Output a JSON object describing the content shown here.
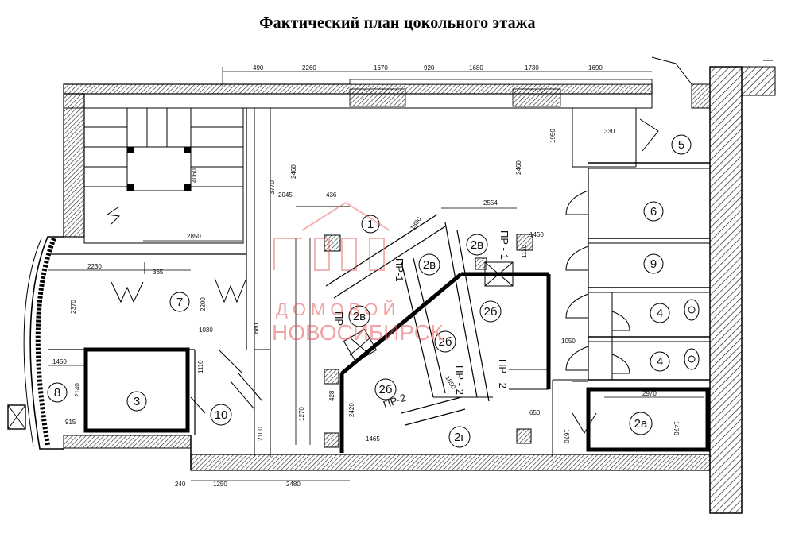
{
  "title": "Фактический план цокольного этажа",
  "watermark": {
    "line1": "ДОМОВОЙ",
    "line2": "НОВОСИБИРСК",
    "color": "#e65a5a"
  },
  "rooms": [
    {
      "id": "room-1",
      "label": "1"
    },
    {
      "id": "room-2a",
      "label": "2а"
    },
    {
      "id": "room-2b-a",
      "label": "2б"
    },
    {
      "id": "room-2b-b",
      "label": "2б"
    },
    {
      "id": "room-2b-c",
      "label": "2б"
    },
    {
      "id": "room-2v-a",
      "label": "2в"
    },
    {
      "id": "room-2v-b",
      "label": "2в"
    },
    {
      "id": "room-2v-c",
      "label": "2в"
    },
    {
      "id": "room-2g",
      "label": "2г"
    },
    {
      "id": "room-3",
      "label": "3"
    },
    {
      "id": "room-4-a",
      "label": "4"
    },
    {
      "id": "room-4-b",
      "label": "4"
    },
    {
      "id": "room-5",
      "label": "5"
    },
    {
      "id": "room-6",
      "label": "6"
    },
    {
      "id": "room-7",
      "label": "7"
    },
    {
      "id": "room-8",
      "label": "8"
    },
    {
      "id": "room-9",
      "label": "9"
    },
    {
      "id": "room-10",
      "label": "10"
    }
  ],
  "partitions": [
    "ПР - 1",
    "ПР-1",
    "ПР",
    "ПР - 2",
    "ПР - 2",
    "ПР-2"
  ],
  "dimensions_top": [
    "490",
    "2260",
    "1670",
    "920",
    "1680",
    "1730",
    "1690"
  ],
  "dimensions_bottom": [
    "240",
    "1250",
    "2480"
  ],
  "dimensions_inner": [
    "2850",
    "2230",
    "365",
    "2370",
    "2200",
    "1030",
    "1450",
    "2140",
    "915",
    "1110",
    "2045",
    "436",
    "2554",
    "1450",
    "2970",
    "1470",
    "1465",
    "2420",
    "1270",
    "650",
    "1050",
    "1120",
    "1670",
    "330",
    "1950",
    "3770",
    "4060",
    "2460",
    "1800",
    "1850",
    "2460",
    "680",
    "428",
    "2100"
  ]
}
